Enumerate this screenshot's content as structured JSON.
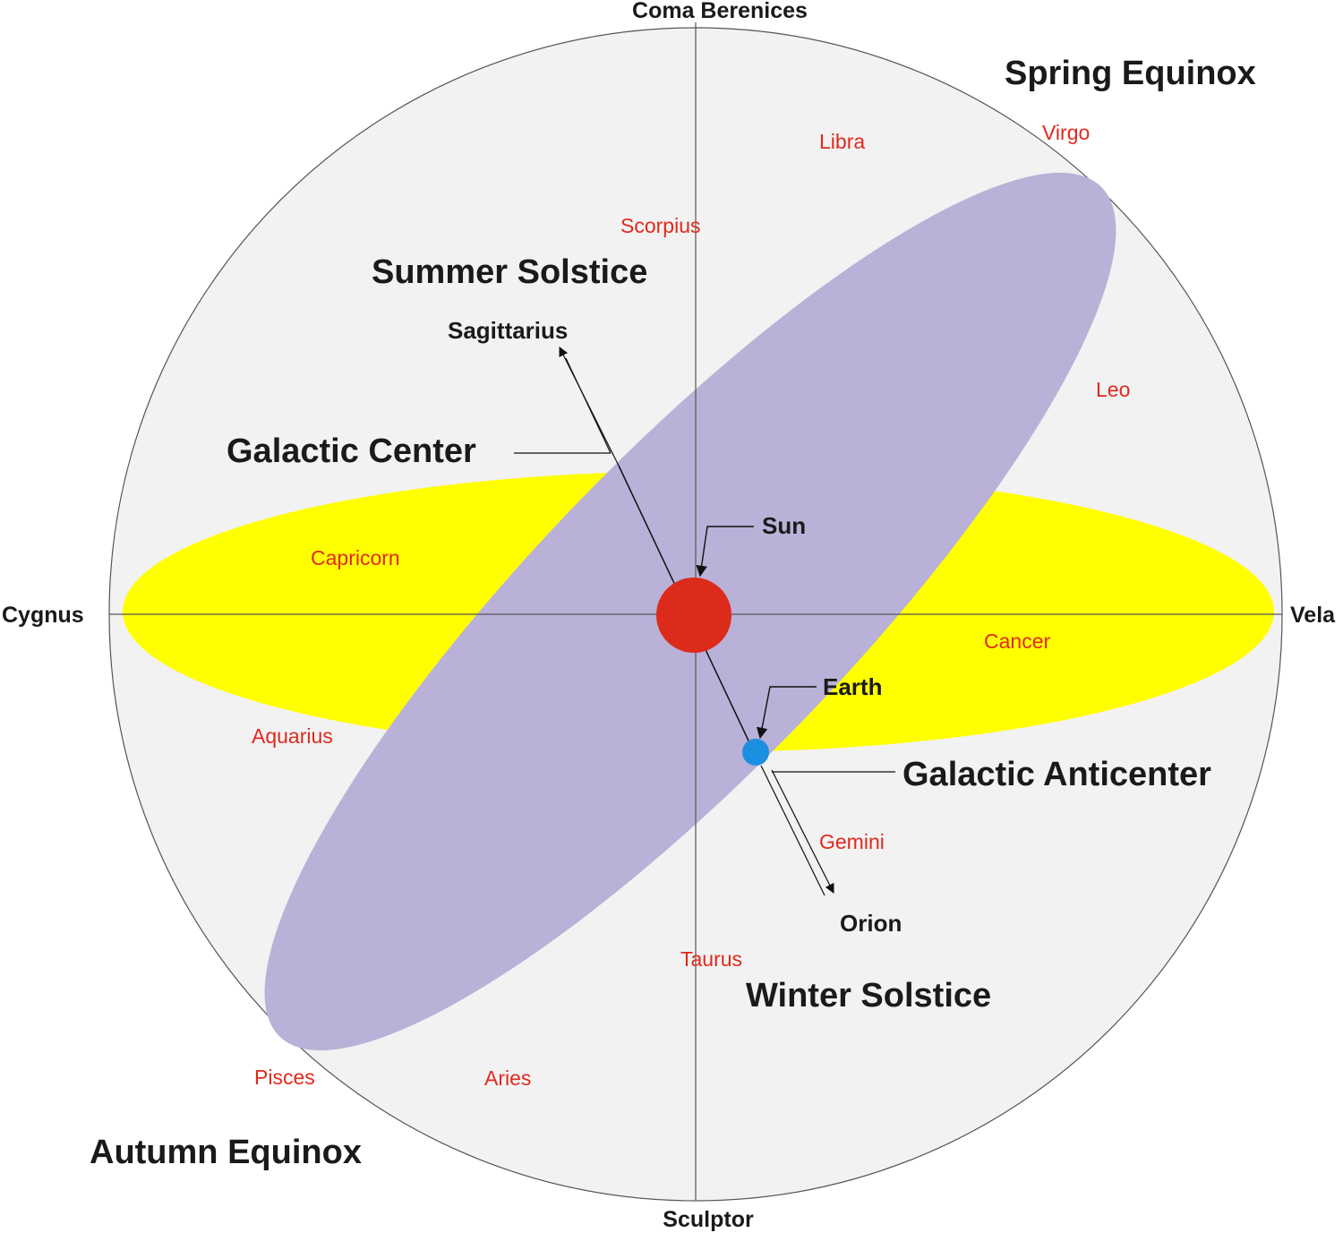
{
  "colors": {
    "background": "#ffffff",
    "sphere": "#f2f2f2",
    "ecliptic_plane": "#ffff00",
    "galactic_plane": "#b9b1d7",
    "sun": "#dc2a1b",
    "earth": "#1d8fe0",
    "zodiac_text": "#e02a1d",
    "label_text": "#1a1a1a"
  },
  "axis_labels": {
    "top": "Coma Berenices",
    "bottom": "Sculptor",
    "left": "Cygnus",
    "right": "Vela"
  },
  "seasons": {
    "spring": "Spring Equinox",
    "summer": "Summer Solstice",
    "winter": "Winter Solstice",
    "autumn": "Autumn Equinox"
  },
  "bodies": {
    "sun": "Sun",
    "earth": "Earth"
  },
  "galactic": {
    "center": "Galactic Center",
    "anticenter": "Galactic Anticenter",
    "toward_center": "Sagittarius",
    "toward_anticenter": "Orion"
  },
  "zodiac": {
    "libra": "Libra",
    "virgo": "Virgo",
    "scorpius": "Scorpius",
    "leo": "Leo",
    "capricorn": "Capricorn",
    "cancer": "Cancer",
    "aquarius": "Aquarius",
    "gemini": "Gemini",
    "taurus": "Taurus",
    "pisces": "Pisces",
    "aries": "Aries"
  }
}
